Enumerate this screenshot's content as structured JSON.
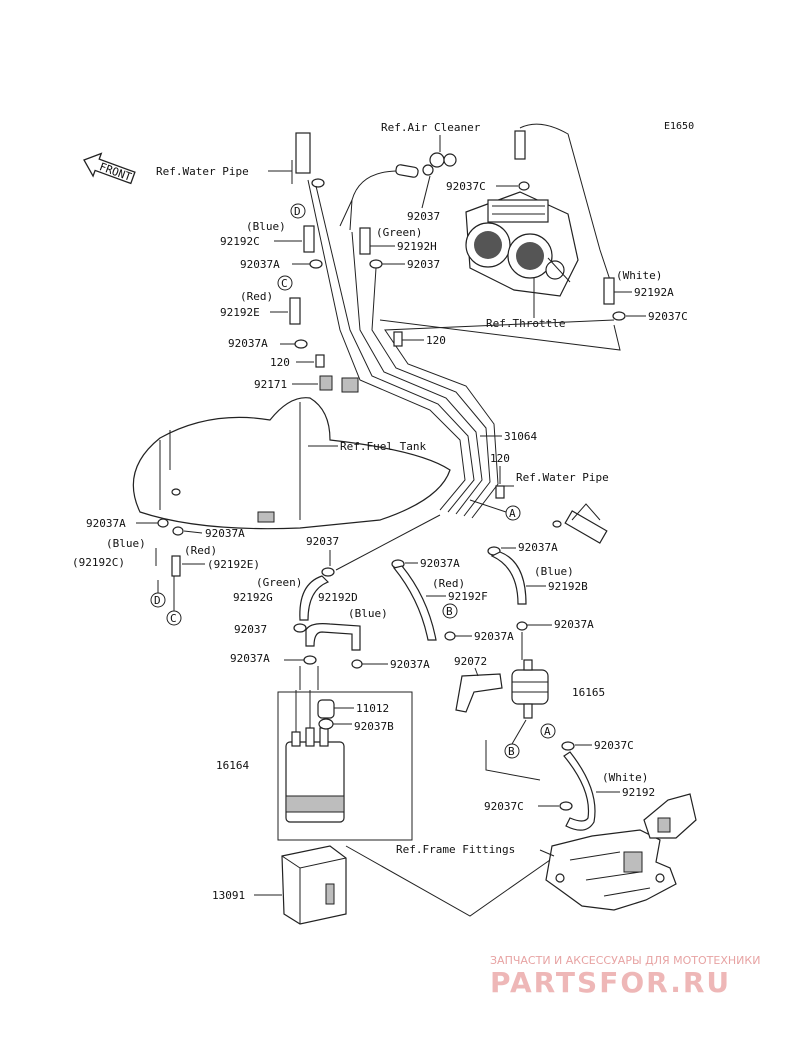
{
  "diagram_id": "E1650",
  "front_label": "FRONT",
  "refs": {
    "water_pipe_top": "Ref.Water Pipe",
    "air_cleaner": "Ref.Air Cleaner",
    "throttle": "Ref.Throttle",
    "fuel_tank": "Ref.Fuel Tank",
    "water_pipe_right": "Ref.Water Pipe",
    "frame_fittings": "Ref.Frame Fittings"
  },
  "colors": {
    "blue": "(Blue)",
    "red": "(Red)",
    "green": "(Green)",
    "white": "(White)"
  },
  "parts": {
    "p92192C": "92192C",
    "p92037A_1": "92037A",
    "p92192E": "92192E",
    "p92037A_2": "92037A",
    "p120_left": "120",
    "p92171": "92171",
    "p92037C_top": "92037C",
    "p92037_top": "92037",
    "p92192H": "92192H",
    "p92037_mid": "92037",
    "p92192A": "92192A",
    "p92037C_right": "92037C",
    "p120_mid": "120",
    "p31064": "31064",
    "p120_right": "120",
    "p92037A_tank1": "92037A",
    "p92037A_tank2": "92037A",
    "p92192C_paren": "(92192C)",
    "p92192E_paren": "(92192E)",
    "p92037_g": "92037",
    "p92192G": "92192G",
    "p92192D": "92192D",
    "p92037A_b": "92037A",
    "p92192F": "92192F",
    "p92037A_c": "92037A",
    "p92192B": "92192B",
    "p92037_left": "92037",
    "p92037A_d": "92037A",
    "p92037A_e": "92037A",
    "p92037A_f": "92037A",
    "p92037A_g": "92037A",
    "p92072": "92072",
    "p11012": "11012",
    "p92037B": "92037B",
    "p16165": "16165",
    "p16164": "16164",
    "p92037C_a": "92037C",
    "p92192": "92192",
    "p92037C_b": "92037C",
    "p13091": "13091"
  },
  "markers": {
    "D": "D",
    "C": "C",
    "A": "A",
    "B": "B"
  },
  "watermark": {
    "tagline": "ЗАПЧАСТИ И АКСЕССУАРЫ ДЛЯ МОТОТЕХНИКИ",
    "brand": "PARTSFOR.RU"
  }
}
